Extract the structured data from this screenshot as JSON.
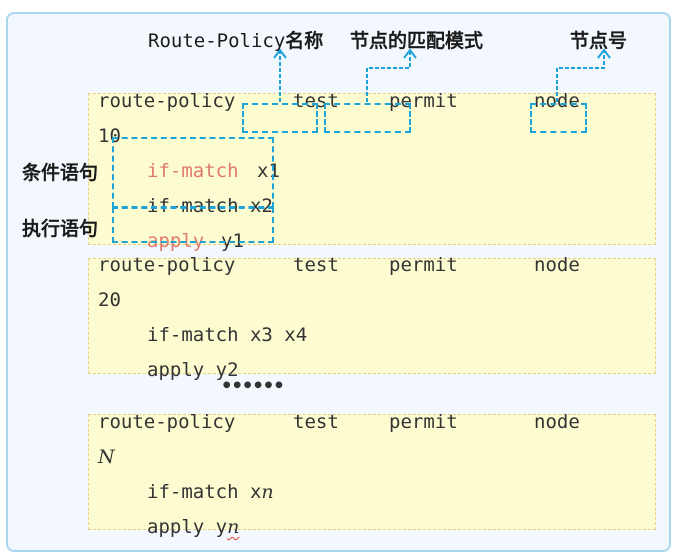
{
  "header_labels": {
    "policy_name_prefix": "Route-Policy",
    "policy_name_suffix": "名称",
    "match_mode": "节点的匹配模式",
    "node_number": "节点号"
  },
  "side_labels": {
    "condition": "条件语句",
    "action": "执行语句"
  },
  "blocks": [
    {
      "keyword": "route-policy",
      "name": "test",
      "mode": "permit",
      "node_kw": "node",
      "node_num": "10",
      "match": "if-match",
      "match_arg1": "x1",
      "match2": "if-match x2",
      "apply": "apply",
      "apply_arg": "y1"
    },
    {
      "keyword": "route-policy",
      "name": "test",
      "mode": "permit",
      "node_kw": "node",
      "node_num": "20",
      "match": "if-match x3 x4",
      "apply": "apply y2"
    },
    {
      "keyword": "route-policy",
      "name": "test",
      "mode": "permit",
      "node_kw": "node",
      "node_num": "N",
      "match": "if-match x",
      "match_var": "n",
      "apply": "apply y",
      "apply_var": "n"
    }
  ],
  "ellipsis": "••••••",
  "colors": {
    "frame_border": "#a9d6ef",
    "frame_bg": "#f2f8fd",
    "block_bg": "#fdfbd0",
    "highlight": "#1ca3d8",
    "keyword_red": "#e07a6e"
  }
}
